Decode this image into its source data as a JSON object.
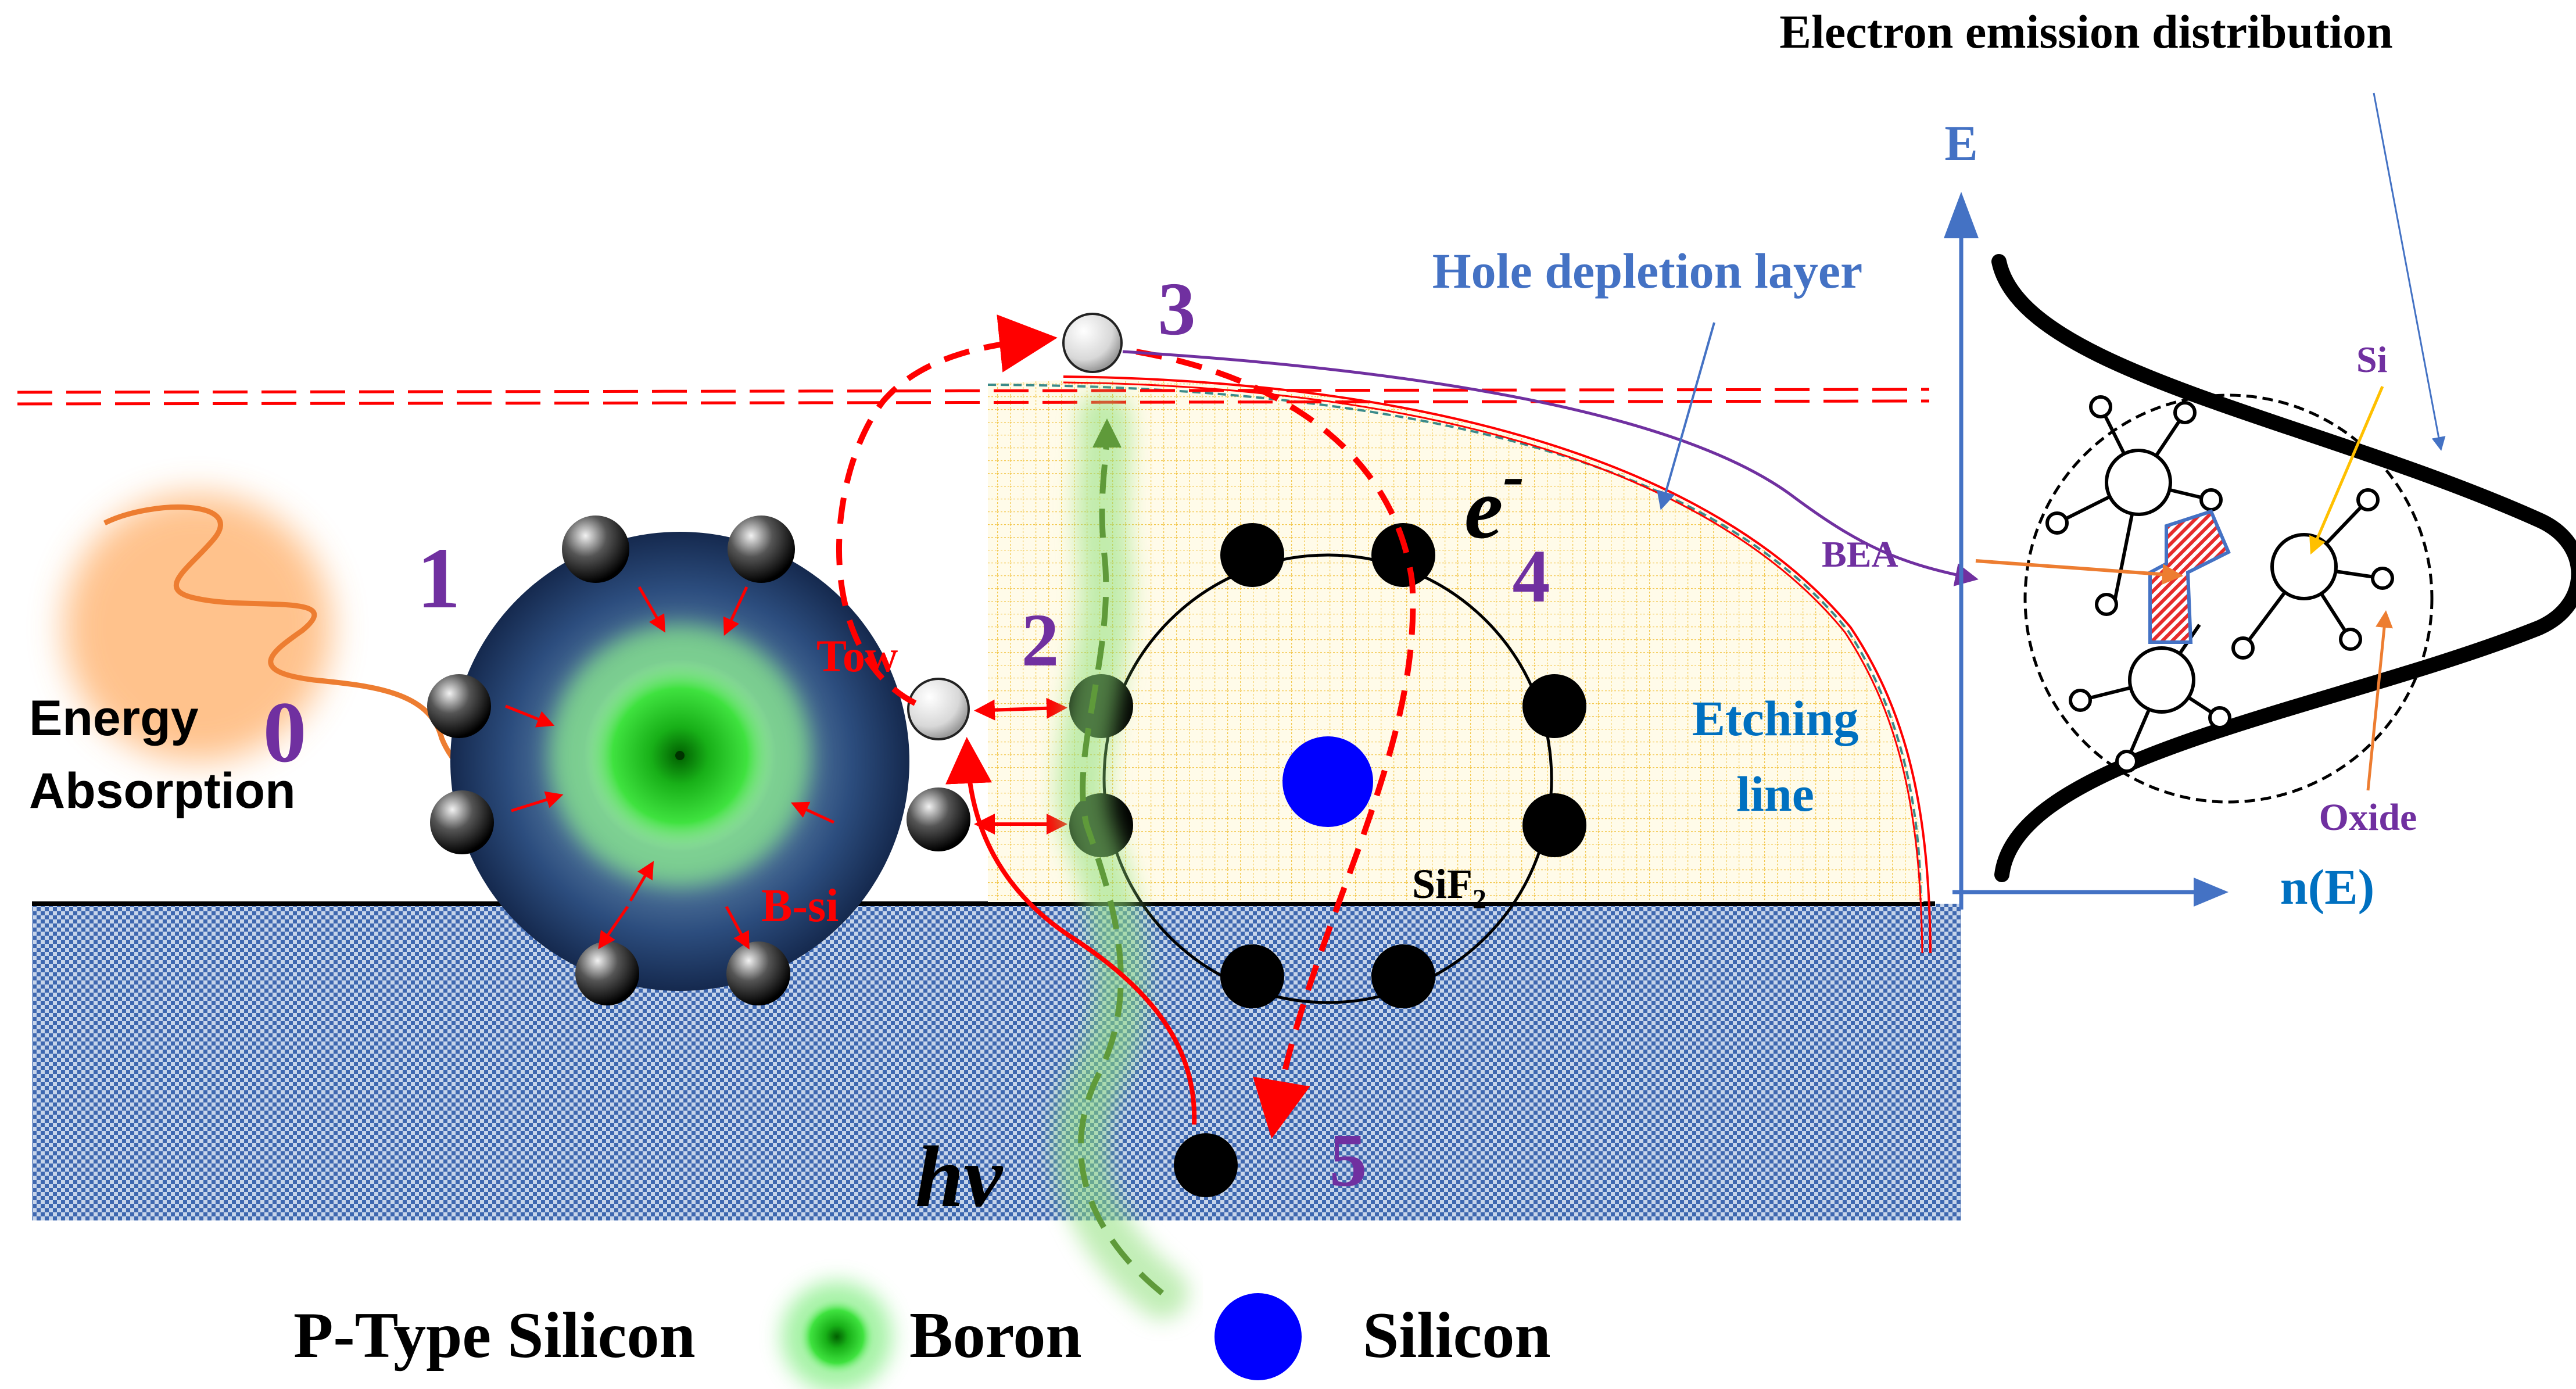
{
  "labels": {
    "title": "Electron emission distribution",
    "hole_depletion": "Hole depletion layer",
    "energy_line1": "Energy",
    "energy_line2": "Absorption",
    "etching_line1": "Etching",
    "etching_line2": "line",
    "tow": "Tow",
    "b_si": "B-si",
    "sif2": "SiF",
    "sif2_sub": "2",
    "electron": "e",
    "electron_sup": "-",
    "hv": "hv",
    "bea": "BEA",
    "si": "Si",
    "oxide": "Oxide",
    "axis_e": "E",
    "axis_ne": "n(E)"
  },
  "steps": [
    "0",
    "1",
    "2",
    "3",
    "4",
    "5"
  ],
  "legend": {
    "substrate": "P-Type Silicon",
    "boron": "Boron",
    "silicon": "Silicon"
  },
  "colors": {
    "purple": "#7030a0",
    "red": "#ff0000",
    "blue_text": "#4472c4",
    "etch_blue": "#0070c0",
    "si_blue": "#0000ff",
    "boron_green": "#22c022",
    "orange": "#ed7d31",
    "gold": "#ffc000"
  }
}
